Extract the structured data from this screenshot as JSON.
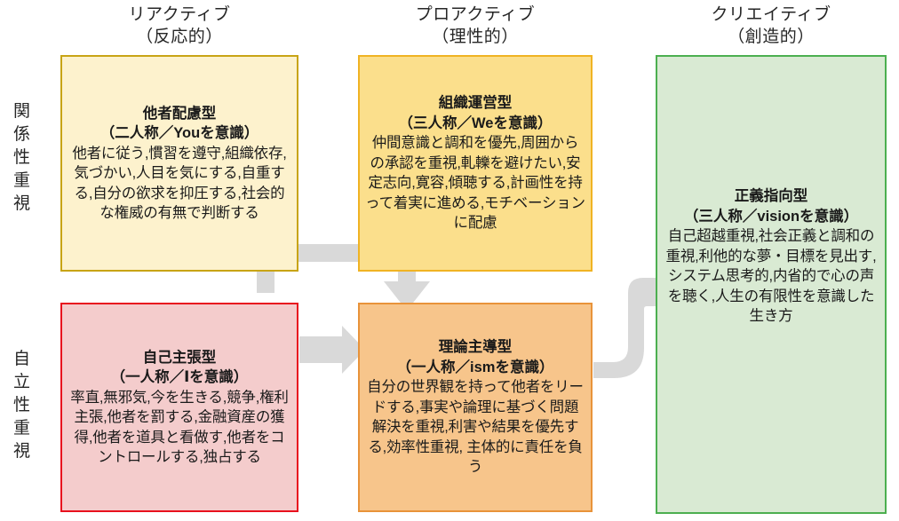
{
  "columns": [
    {
      "id": "reactive",
      "label": "リアクティブ",
      "sublabel": "（反応的）"
    },
    {
      "id": "proactive",
      "label": "プロアクティブ",
      "sublabel": "（理性的）"
    },
    {
      "id": "creative",
      "label": "クリエイティブ",
      "sublabel": "（創造的）"
    }
  ],
  "rows": [
    {
      "id": "relational",
      "label": "関係性重視"
    },
    {
      "id": "independence",
      "label": "自立性重視"
    }
  ],
  "boxes": {
    "considerate": {
      "title": "他者配慮型",
      "subtitle": "（二人称／Youを意識）",
      "body": "他者に従う,慣習を遵守,組織依存,気づかい,人目を気にする,自重する,自分の欲求を抑圧する,社会的な権威の有無で判断する",
      "fill": "#fdf2cd",
      "border": "#c8a415"
    },
    "organization": {
      "title": "組織運営型",
      "subtitle": "（三人称／Weを意識）",
      "body": "仲間意識と調和を優先,周囲からの承認を重視,軋轢を避けたい,安定志向,寛容,傾聴する,計画性を持って着実に進める,モチベーションに配慮",
      "fill": "#fbdf8c",
      "border": "#f0b323"
    },
    "justice": {
      "title": "正義指向型",
      "subtitle": "（三人称／visionを意識）",
      "body": "自己超越重視,社会正義と調和の重視,利他的な夢・目標を見出す,システム思考的,内省的で心の声を聴く,人生の有限性を意識した生き方",
      "fill": "#d9ead3",
      "border": "#4caf50"
    },
    "assertive": {
      "title": "自己主張型",
      "subtitle": "（一人称／Ⅰを意識）",
      "body": "率直,無邪気,今を生きる,競争,権利主張,他者を罰する,金融資産の獲得,他者を道具と看做す,他者をコントロールする,独占する",
      "fill": "#f4cccc",
      "border": "#e8111e"
    },
    "theory": {
      "title": "理論主導型",
      "subtitle": "（一人称／ismを意識）",
      "body": "自分の世界観を持って他者をリードする,事実や論理に基づく問題解決を重視,利害や結果を優先する,効率性重視,  主体的に責任を負う",
      "fill": "#f7c58b",
      "border": "#e8933a"
    }
  },
  "arrows": [
    {
      "id": "considerate-to-theory",
      "shape": "inverted-u",
      "from": "considerate",
      "to": "theory",
      "color": "#d9d9d9"
    },
    {
      "id": "assertive-to-theory",
      "shape": "straight-right",
      "from": "assertive",
      "to": "theory",
      "color": "#d9d9d9"
    },
    {
      "id": "theory-to-justice",
      "shape": "s-curve-up",
      "from": "theory",
      "to": "justice",
      "color": "#d9d9d9"
    }
  ],
  "palette": {
    "arrow": "#d9d9d9",
    "text": "#1a1a1a",
    "background": "#ffffff"
  }
}
